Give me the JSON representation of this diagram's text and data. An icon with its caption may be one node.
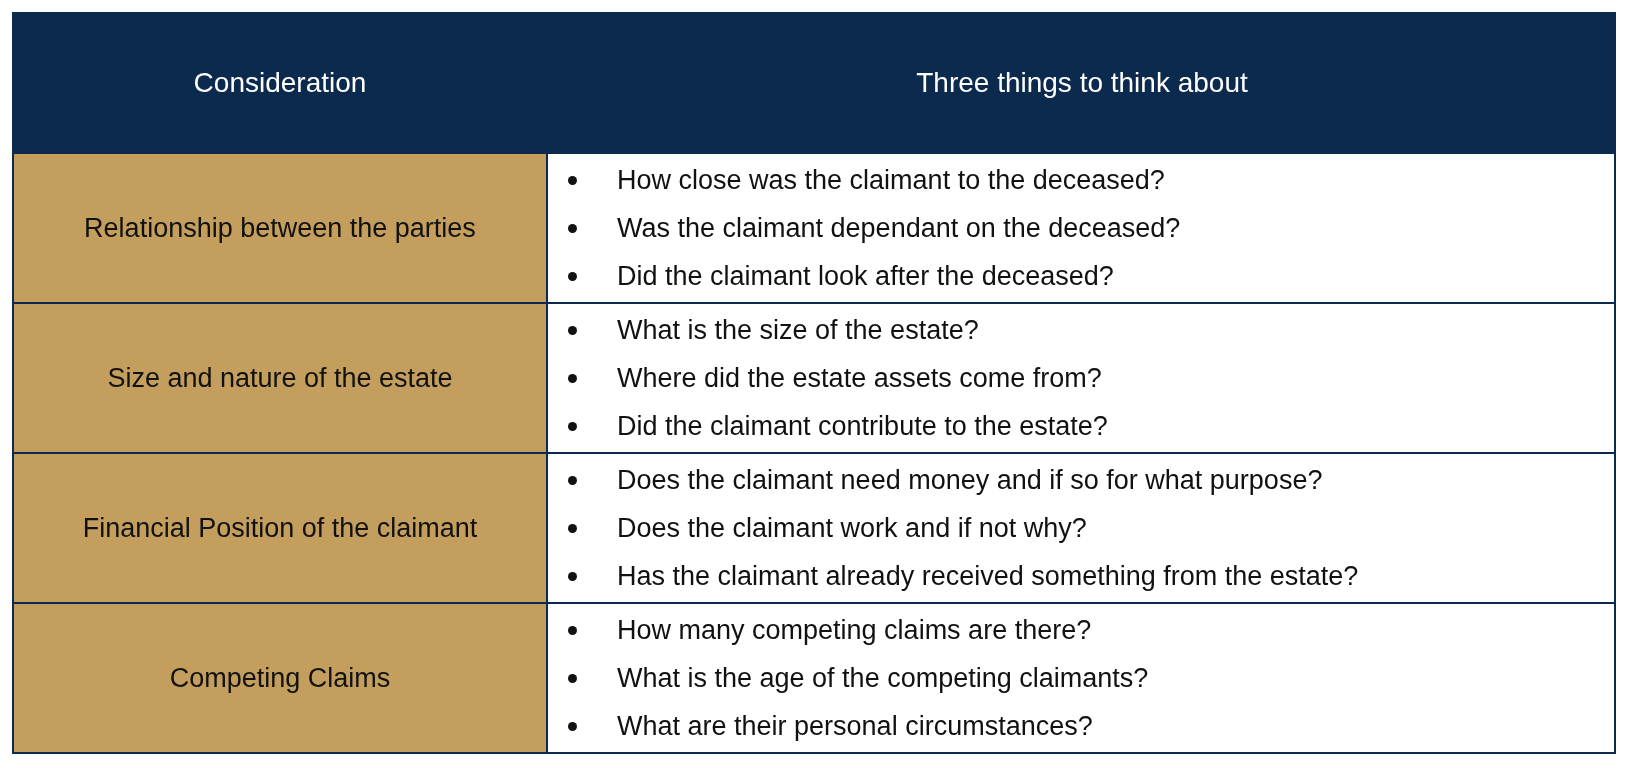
{
  "diagram": {
    "labels": [
      "Consideration",
      "Three things to think about",
      "Relationship between the parties",
      "How close was the claimant to the deceased?",
      "Was the claimant dependant on the deceased?",
      "Did the claimant look after the deceased?",
      "Size and nature of the estate",
      "What is the size of the estate?",
      "Where did the estate assets come from?",
      "Did the claimant contribute to the estate?",
      "Financial Position of the claimant",
      "Does the claimant need money and if so for what purpose?",
      "Does the claimant work and if not why?",
      "Has the claimant already received something from the estate?",
      "Competing Claims",
      "How many competing claims are there?",
      "What is the age of the competing claimants?",
      "What are their personal circumstances?"
    ]
  }
}
